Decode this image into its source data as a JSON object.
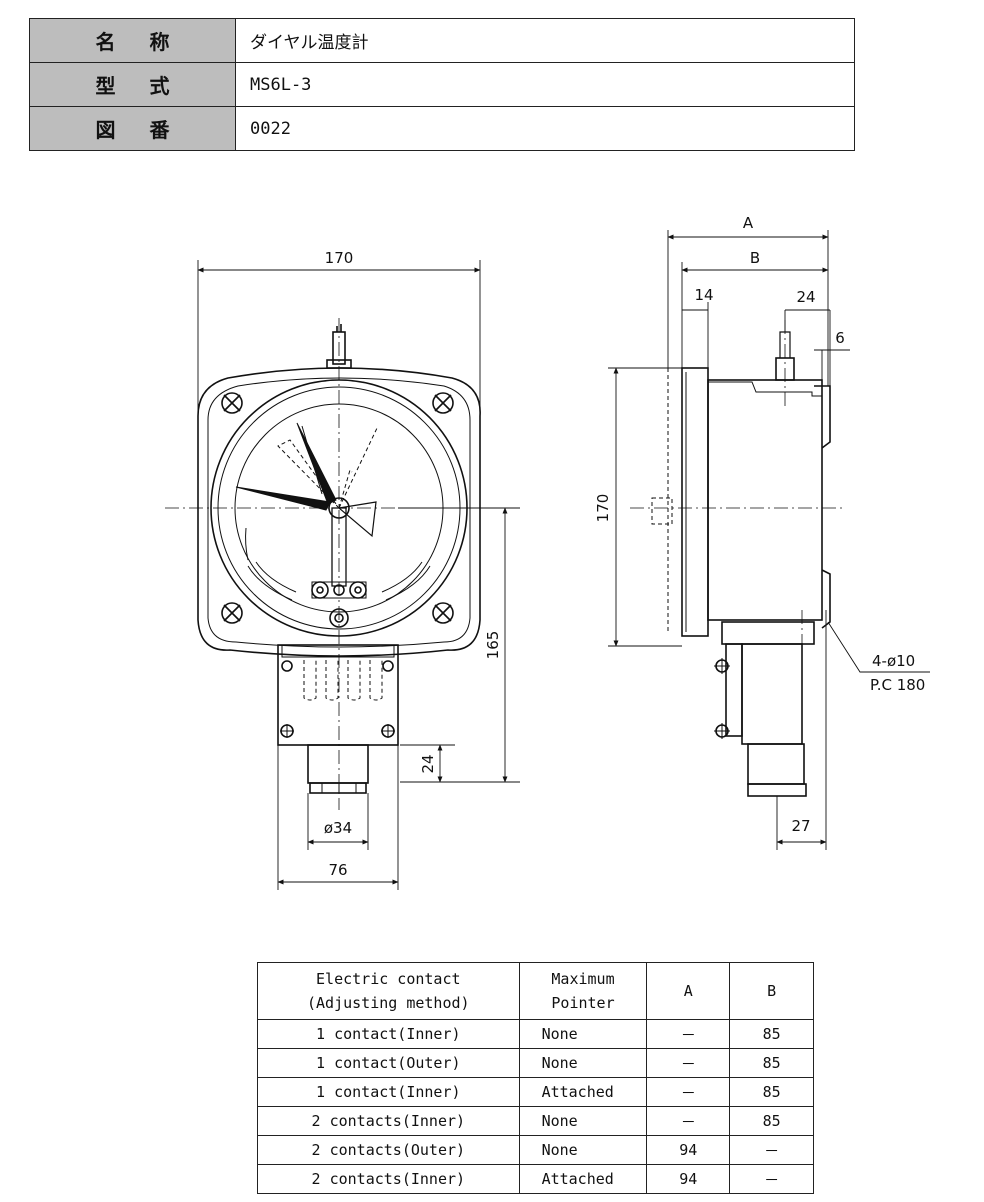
{
  "header": {
    "rows": [
      {
        "key": "名称",
        "value": "ダイヤル温度計"
      },
      {
        "key": "型式",
        "value": "MS6L-3"
      },
      {
        "key": "図番",
        "value": "0022"
      }
    ]
  },
  "drawing": {
    "front_width": "170",
    "side_height": "170",
    "center_to_bottom": "165",
    "fitting_height": "24",
    "fitting_diameter": "ø34",
    "box_width": "76",
    "dim_A": "A",
    "dim_B": "B",
    "flange_thickness": "14",
    "terminal_offset": "24",
    "back_offset": "6",
    "side_fitting": "27",
    "holes": "4-ø10",
    "pitch_circle": "P.C 180"
  },
  "spec_table": {
    "headers": {
      "contact_line1": "Electric contact",
      "contact_line2": "(Adjusting method)",
      "pointer_line1": "Maximum",
      "pointer_line2": "Pointer",
      "a": "A",
      "b": "B"
    },
    "rows": [
      {
        "contact": "1 contact(Inner)",
        "pointer": "None",
        "a": "－",
        "b": "85"
      },
      {
        "contact": "1 contact(Outer)",
        "pointer": "None",
        "a": "－",
        "b": "85"
      },
      {
        "contact": "1 contact(Inner)",
        "pointer": "Attached",
        "a": "－",
        "b": "85"
      },
      {
        "contact": "2 contacts(Inner)",
        "pointer": "None",
        "a": "－",
        "b": "85"
      },
      {
        "contact": "2 contacts(Outer)",
        "pointer": "None",
        "a": "94",
        "b": "－"
      },
      {
        "contact": "2 contacts(Inner)",
        "pointer": "Attached",
        "a": "94",
        "b": "－"
      }
    ]
  }
}
